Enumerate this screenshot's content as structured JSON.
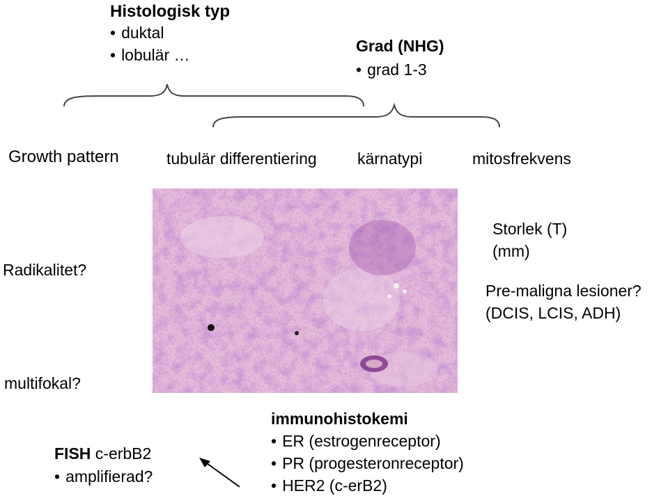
{
  "histologisk_typ": {
    "title": "Histologisk typ",
    "items": [
      "duktal",
      "lobulär …"
    ]
  },
  "grad": {
    "title": "Grad (NHG)",
    "items": [
      "grad 1-3"
    ]
  },
  "criteria": {
    "growth_pattern": "Growth pattern",
    "tubular": "tubulär differentiering",
    "karnatypi": "kärnatypi",
    "mitos": "mitosfrekvens"
  },
  "side_labels": {
    "radikalitet": "Radikalitet?",
    "multifokal": "multifokal?",
    "storlek": "Storlek (T)",
    "storlek_unit": "(mm)",
    "premaligna": "Pre-maligna lesioner?",
    "premaligna_list": "(DCIS, LCIS, ADH)"
  },
  "fish": {
    "title": "FISH",
    "target": " c-erbB2",
    "items": [
      "amplifierad?"
    ]
  },
  "immuno": {
    "title": "immunohistokemi",
    "items": [
      "ER (estrogenreceptor)",
      "PR (progesteronreceptor)",
      "HER2 (c-erB2)"
    ]
  },
  "colors": {
    "background": "#ffffff",
    "text": "#000000",
    "brace": "#444444",
    "tissue_pink": "#e4b6d8",
    "tissue_purple": "#9a4aa8"
  },
  "image": {
    "kind": "histology micrograph (H&E stained breast tissue)"
  }
}
